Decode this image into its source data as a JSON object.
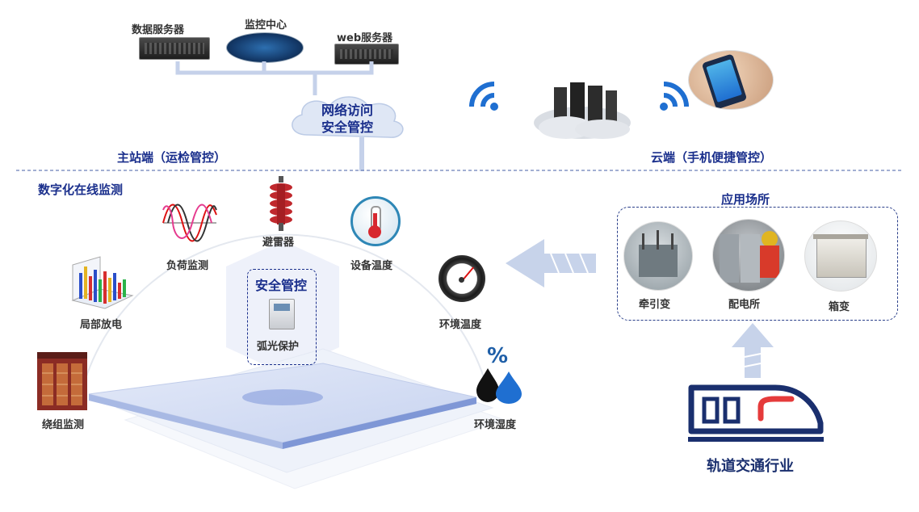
{
  "top": {
    "data_server": "数据服务器",
    "monitor_center": "监控中心",
    "web_server": "web服务器",
    "network_cloud_line1": "网络访问",
    "network_cloud_line2": "安全管控"
  },
  "sections": {
    "master_station": "主站端（运检管控）",
    "cloud_side": "云端（手机便捷管控）",
    "digital_monitor": "数字化在线监测"
  },
  "monitor": {
    "load": "负荷监测",
    "arrester": "避雷器",
    "device_temp": "设备温度",
    "partial_discharge": "局部放电",
    "env_temp": "环境温度",
    "winding": "绕组监测",
    "env_humidity": "环境湿度",
    "humidity_symbol": "%",
    "security_title": "安全管控",
    "arc_protection": "弧光保护"
  },
  "application": {
    "title": "应用场所",
    "traction": "牵引变",
    "distribution": "配电所",
    "box": "箱变"
  },
  "industry": "轨道交通行业",
  "colors": {
    "accent": "#1a2f8c",
    "arrow": "#c7d3ea",
    "wifi": "#1f6fd1",
    "train_red": "#e53b3b"
  }
}
